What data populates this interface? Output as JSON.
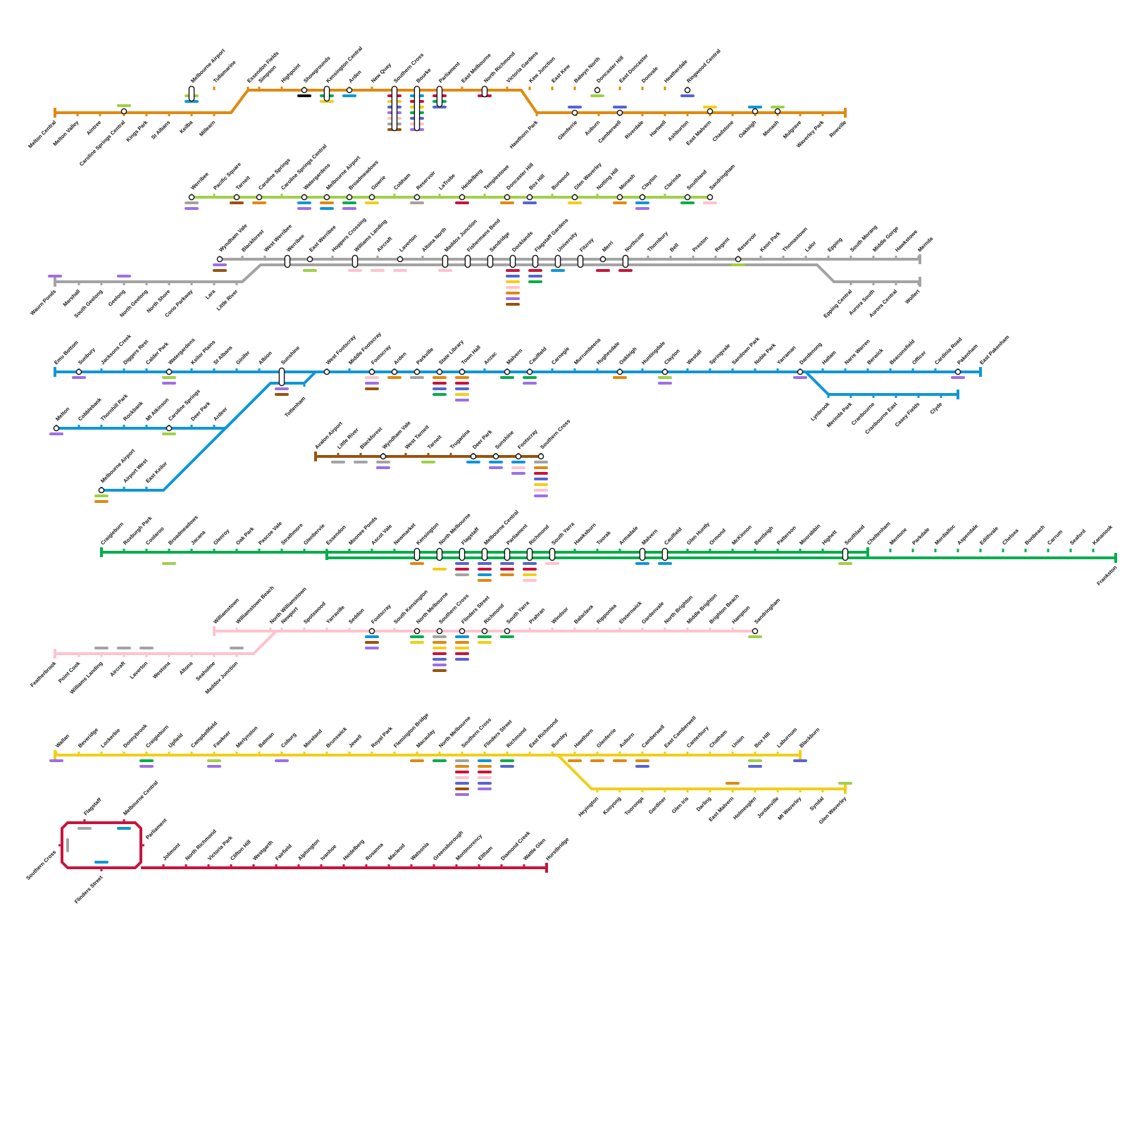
{
  "colors": {
    "orange": "#e08a10",
    "lime": "#9fd048",
    "grey": "#a3a3a3",
    "blue": "#0f96d8",
    "brown": "#97540f",
    "green": "#06ad4c",
    "pink": "#ffc2cf",
    "yellow": "#f0cf17",
    "red": "#c8143c",
    "purple": "#9e6ee8",
    "indigo": "#5665cf",
    "black": "#111111"
  },
  "lines": [
    {
      "id": "line-1",
      "color": "orange",
      "label_below": [
        "Melton Central",
        "Melton Valley",
        "Aintree",
        "Caroline Springs Central",
        "Kings Park",
        "St Albans",
        "Keilba",
        "Millearn",
        "Hawthorn Park",
        "Glenferrie",
        "Auburn",
        "Camberwell",
        "Riverdale",
        "Hartwell",
        "Ashburton",
        "East Malvern",
        "Chadstone",
        "Oakleigh",
        "Monash",
        "Mulgrave",
        "Waverley Park",
        "Rowville"
      ],
      "label_above": [
        "Melbourne Airport",
        "Tullamarine",
        "Essendon Fields",
        "Simpson",
        "Highpoint",
        "Showgrounds",
        "Kensington Central",
        "Arden",
        "New Quay",
        "Southern Cross",
        "Bourke",
        "Parliament",
        "East Melbourne",
        "North Richmond",
        "Victoria Gardens",
        "Kew Junction",
        "East Kew",
        "Balwyn North",
        "Doncaster Hill",
        "East Doncaster",
        "Donvale",
        "Heatherdale",
        "Ringwood Central"
      ]
    },
    {
      "id": "line-2",
      "color": "lime",
      "label_above": [
        "Werribee",
        "Pacific Square",
        "Tarneit",
        "Caroline Springs",
        "Caroline Springs Central",
        "Watergardens",
        "Melbourne Airport",
        "Broadmeadows",
        "Gowrie",
        "Cobham",
        "Reservoir",
        "LaTrobe",
        "Heidelberg",
        "Templestowe",
        "Doncaster Hill",
        "Box Hill",
        "Burwood",
        "Glen Waverley",
        "Notting Hill",
        "Monash",
        "Clayton",
        "Clarinda",
        "Southland",
        "Sandringham"
      ]
    },
    {
      "id": "line-3",
      "color": "grey",
      "label_below": [
        "Waurn Ponds",
        "Marshall",
        "South Geelong",
        "Geelong",
        "North Geelong",
        "North Shore",
        "Corio Parkway",
        "Lara",
        "Little River",
        "Epping Central",
        "Aurora South",
        "Aurora Central",
        "Wollert"
      ],
      "label_above": [
        "Wyndham Vale",
        "Blackforest",
        "West Werribee",
        "Werribee",
        "East Werribee",
        "Hoppers Crossing",
        "Williams Landing",
        "Aircraft",
        "Laverton",
        "Altona North",
        "Maddox Junction",
        "Fishermans Bend",
        "Sandridge",
        "Docklands",
        "Flagstaff Gardens",
        "University",
        "Fitzroy",
        "Merri",
        "Northcote",
        "Thornbury",
        "Bell",
        "Preston",
        "Regent",
        "Reservoir",
        "Keon Park",
        "Thomastown",
        "Lalor",
        "Epping",
        "South Morang",
        "Middle Gorge",
        "Hawkstowe",
        "Mernda"
      ]
    },
    {
      "id": "line-4",
      "color": "blue",
      "label_main": [
        "Emu Bottom",
        "Sunbury",
        "Jacksons Creek",
        "Diggers Rest",
        "Calder Park",
        "Watergardens",
        "Keilor Plains",
        "St Albans",
        "Ginifer",
        "Albion",
        "Sunshine",
        "West Footscray",
        "Middle Footscray",
        "Footscray",
        "Arden",
        "Parkville",
        "State Library",
        "Town Hall",
        "Anzac",
        "Malvern",
        "Caulfield",
        "Carnegie",
        "Murrumbeena",
        "Hughesdale",
        "Oakleigh",
        "Huntingdale",
        "Clayton",
        "Westall",
        "Springvale",
        "Sandown Park",
        "Noble Park",
        "Yarraman",
        "Dandenong",
        "Hallam",
        "Narre Warren",
        "Berwick",
        "Beaconsfield",
        "Officer",
        "Cardinia Road",
        "Pakenham",
        "East Pakenham"
      ],
      "label_branch_melton": [
        "Melton",
        "Cobblebank",
        "Thornhill Park",
        "Rockbank",
        "Mt Atkinson",
        "Caroline Springs",
        "Deer Park",
        "Ardeer"
      ],
      "label_branch_airport": [
        "Melbourne Airport",
        "Airport West",
        "East Keilor"
      ],
      "label_below": [
        "Tottenham",
        "Lynbrook",
        "Merinda Park",
        "Cranbourne",
        "Cranbourne East",
        "Casey Fields",
        "Clyde"
      ]
    },
    {
      "id": "line-5",
      "color": "brown",
      "label_above": [
        "Avalon Airport",
        "Little River",
        "Blackforest",
        "Wyndham Vale",
        "West Tarneit",
        "Tarneit",
        "Truganina",
        "Deer Park",
        "Sunshine",
        "Footscray",
        "Southern Cross"
      ]
    },
    {
      "id": "line-6",
      "color": "green",
      "label_above": [
        "Craigieburn",
        "Roxburgh Park",
        "Coolaroo",
        "Broadmeadows",
        "Jacana",
        "Glenroy",
        "Oak Park",
        "Pascoe Vale",
        "Strathmore",
        "Glenbervie",
        "Essendon",
        "Moonee Ponds",
        "Ascot Vale",
        "Newmarket",
        "Kensington",
        "North Melbourne",
        "Flagstaff",
        "Melbourne Central",
        "Parliament",
        "Richmond",
        "South Yarra",
        "Hawksburn",
        "Toorak",
        "Armadale",
        "Malvern",
        "Caulfield",
        "Glen Huntly",
        "Ormond",
        "McKinnon",
        "Bentleigh",
        "Patterson",
        "Moorabbin",
        "Highett",
        "Southland",
        "Cheltenham",
        "Mentone",
        "Parkdale",
        "Mordialloc",
        "Aspendale",
        "Edithvale",
        "Chelsea",
        "Bonbeach",
        "Carrum",
        "Seaford",
        "Kananook"
      ],
      "label_below": [
        "Frankston"
      ]
    },
    {
      "id": "line-7",
      "color": "pink",
      "label_below": [
        "Featherbrook",
        "Point Cook",
        "Williams Landing",
        "Aircraft",
        "Laverton",
        "Westona",
        "Altona",
        "Seaholme",
        "Maddox Junction"
      ],
      "label_above": [
        "Williamstown",
        "Williamstown Beach",
        "North Williamstown",
        "Newport",
        "Spotswood",
        "Yarraville",
        "Seddon",
        "Footscray",
        "South Kensington",
        "North Melbourne",
        "Southern Cross",
        "Flinders Street",
        "Richmond",
        "South Yarra",
        "Prahran",
        "Windsor",
        "Balaclava",
        "Ripponlea",
        "Elsternwick",
        "Gardenvale",
        "North Brighton",
        "Middle Brighton",
        "Brighton Beach",
        "Hampton",
        "Sandringham"
      ]
    },
    {
      "id": "line-8",
      "color": "yellow",
      "label_above": [
        "Wallan",
        "Beveridge",
        "Lockerbie",
        "Donnybrook",
        "Craigieburn",
        "Upfield",
        "Campbellfield",
        "Fawkner",
        "Merlynston",
        "Batman",
        "Coburg",
        "Moreland",
        "Brunswick",
        "Jewell",
        "Royal Park",
        "Flemington Bridge",
        "Macaulay",
        "North Melbourne",
        "Southern Cross",
        "Flinders Street",
        "Richmond",
        "East Richmond",
        "Burnley",
        "Hawthorn",
        "Glenferrie",
        "Auburn",
        "Camberwell",
        "East Camberwell",
        "Canterbury",
        "Chatham",
        "Union",
        "Box Hill",
        "Laburnum",
        "Blackburn"
      ],
      "label_below": [
        "Heyington",
        "Kooyong",
        "Tooronga",
        "Gardiner",
        "Glen Iris",
        "Darling",
        "East Malvern",
        "Holmesglen",
        "Jordanville",
        "Mt Waverley",
        "Syndal",
        "Glen Waverley"
      ]
    },
    {
      "id": "line-9",
      "color": "red",
      "label_loop": [
        "Flagstaff",
        "Melbourne Central",
        "Parliament",
        "Southern Cross",
        "Flinders Street"
      ],
      "label_above": [
        "Jolimont",
        "North Richmond",
        "Victoria Park",
        "Clifton Hill",
        "Westgarth",
        "Fairfield",
        "Alphington",
        "Ivanhoe",
        "Heidelberg",
        "Rosanna",
        "Macleod",
        "Watsonia",
        "Greensborough",
        "Montmorency",
        "Eltham",
        "Diamond Creek",
        "Wattle Glen",
        "Hurstbridge"
      ]
    }
  ]
}
